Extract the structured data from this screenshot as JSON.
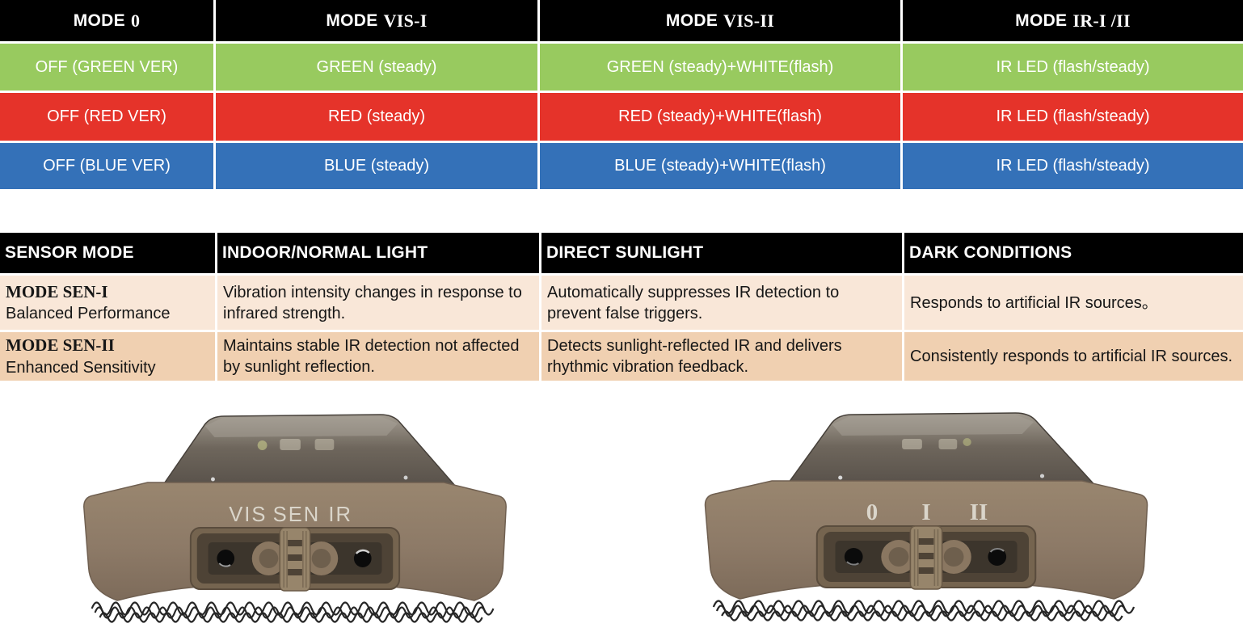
{
  "colors": {
    "header_bg": "#000000",
    "green_row": "#98CA5F",
    "red_row": "#E5332A",
    "blue_row": "#3471B8",
    "sensor_row1_bg": "#F9E7D8",
    "sensor_row2_bg": "#F0D0B1",
    "device_body": "#8D7A68",
    "device_dome": "#5A524A"
  },
  "mode_table": {
    "headers": [
      {
        "prefix": "MODE",
        "suffix": "0"
      },
      {
        "prefix": "MODE",
        "suffix": "VIS-I"
      },
      {
        "prefix": "MODE",
        "suffix": "VIS-II"
      },
      {
        "prefix": "MODE",
        "suffix": "IR-I /II"
      }
    ],
    "rows": [
      {
        "color_name": "green",
        "cells": [
          "OFF (GREEN VER)",
          "GREEN (steady)",
          "GREEN (steady)+WHITE(flash)",
          "IR LED (flash/steady)"
        ]
      },
      {
        "color_name": "red",
        "cells": [
          "OFF (RED VER)",
          "RED (steady)",
          "RED (steady)+WHITE(flash)",
          "IR LED (flash/steady)"
        ]
      },
      {
        "color_name": "blue",
        "cells": [
          "OFF (BLUE VER)",
          "BLUE (steady)",
          "BLUE (steady)+WHITE(flash)",
          "IR LED (flash/steady)"
        ]
      }
    ]
  },
  "sensor_table": {
    "headers": [
      "SENSOR MODE",
      "INDOOR/NORMAL LIGHT",
      "DIRECT SUNLIGHT",
      "DARK CONDITIONS"
    ],
    "rows": [
      {
        "mode": "MODE SEN-I",
        "subtitle": "Balanced Performance",
        "indoor": "Vibration intensity changes in response to infrared strength.",
        "sunlight": "Automatically suppresses IR detection to prevent false triggers.",
        "dark": "Responds to artificial IR sources。"
      },
      {
        "mode": "MODE SEN-II",
        "subtitle": "Enhanced Sensitivity",
        "indoor": "Maintains stable IR detection not affected by sunlight reflection.",
        "sunlight": "Detects sunlight-reflected IR and delivers rhythmic vibration feedback.",
        "dark": "Consistently responds to artificial IR sources."
      }
    ]
  },
  "devices": [
    {
      "label_parts": [
        "VIS",
        "SEN",
        "IR"
      ]
    },
    {
      "label_parts": [
        "0",
        "I",
        "II"
      ]
    }
  ]
}
